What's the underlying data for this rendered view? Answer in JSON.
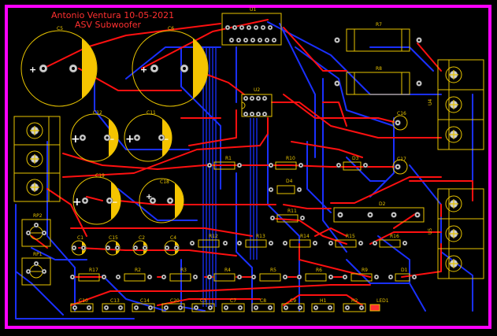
{
  "board": {
    "author_line": "Antonio Ventura 10-05-2021",
    "project_line": "ASV Subwoofer",
    "outline_color": "#ff00ff",
    "top_copper_color": "#ff1010",
    "bottom_copper_color": "#1a30ff",
    "silkscreen_color": "#e8c400"
  },
  "labels": {
    "C5": "C5",
    "C6": "C6",
    "C12": "C12",
    "C11": "C11",
    "C19": "C19",
    "C18": "C18",
    "U1": "U1",
    "U2": "U2",
    "R7": "R7",
    "R8": "R8",
    "C16": "C16",
    "C17": "C17",
    "R1": "R1",
    "R10": "R10",
    "D3": "D3",
    "D4": "D4",
    "D2": "D2",
    "R11": "R11",
    "RP2": "RP2",
    "RP1": "RP1",
    "U4": "U4",
    "U5": "U5",
    "C1": "C1",
    "C15": "C15",
    "C2": "C2",
    "C4": "C4",
    "R12": "R12",
    "R13": "R13",
    "R14": "R14",
    "R15": "R15",
    "R16": "R16",
    "R17": "R17",
    "R2": "R2",
    "R3": "R3",
    "R4": "R4",
    "R5": "R5",
    "R6": "R6",
    "R9": "R9",
    "D1": "D1",
    "C10": "C10",
    "C13": "C13",
    "C14": "C14",
    "C20": "C20",
    "C3": "C3",
    "C7": "C7",
    "C8": "C8",
    "C9": "C9",
    "H1": "H1",
    "H2": "H2",
    "LED1": "LED1"
  },
  "polarity": {
    "plus": "+",
    "minus": "−"
  }
}
